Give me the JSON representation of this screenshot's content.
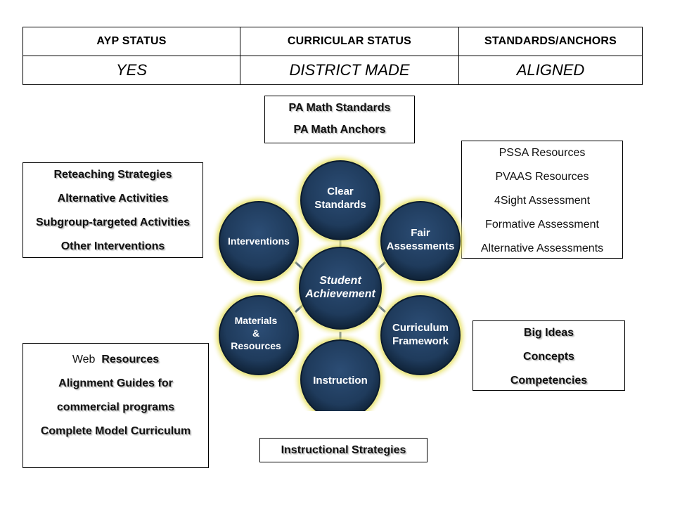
{
  "status_table": {
    "headers": [
      "AYP STATUS",
      "CURRICULAR STATUS",
      "STANDARDS/ANCHORS"
    ],
    "values": [
      "YES",
      "DISTRICT MADE",
      "ALIGNED"
    ]
  },
  "boxes": {
    "standards": [
      "PA Math Standards",
      "PA Math Anchors"
    ],
    "assessments": [
      "PSSA Resources",
      "PVAAS Resources",
      "4Sight Assessment",
      "Formative Assessment",
      "Alternative Assessments"
    ],
    "interventions": [
      "Reteaching Strategies",
      "Alternative Activities",
      "Subgroup-targeted Activities",
      "Other Interventions"
    ],
    "curriculum": [
      "Big Ideas",
      "Concepts",
      "Competencies"
    ],
    "resources_first": "Web",
    "resources_first_rest": "Resources",
    "resources": [
      "Alignment Guides for",
      "commercial programs",
      "Complete Model Curriculum"
    ],
    "instruction": "Instructional Strategies"
  },
  "diagram": {
    "center": [
      "Student",
      "Achievement"
    ],
    "nodes": {
      "clear_standards": [
        "Clear",
        "Standards"
      ],
      "fair_assessments": [
        "Fair",
        "Assessments"
      ],
      "curriculum_framework": [
        "Curriculum",
        "Framework"
      ],
      "instruction": [
        "Instruction"
      ],
      "materials_resources": [
        "Materials",
        "&",
        "Resources"
      ],
      "interventions": [
        "Interventions"
      ]
    },
    "colors": {
      "circle": "#1f3b5c",
      "circle_dark": "#0f2237",
      "glow": "#e8e26a",
      "text": "#ffffff"
    }
  }
}
